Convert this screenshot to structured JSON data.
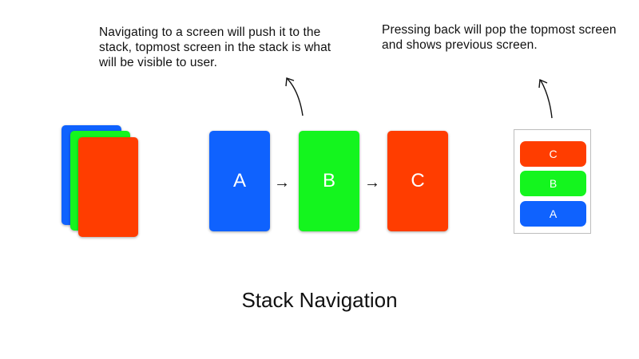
{
  "notes": {
    "push": "Navigating to a screen will push it to the stack, topmost screen in the stack is what will be visible to user.",
    "pop": "Pressing back will pop the topmost screen and shows previous screen."
  },
  "deck": {
    "colors": [
      "#0f62fe",
      "#14f51e",
      "#ff3d00"
    ]
  },
  "sequence": {
    "screens": [
      {
        "label": "A",
        "color": "#0f62fe"
      },
      {
        "label": "B",
        "color": "#14f51e"
      },
      {
        "label": "C",
        "color": "#ff3d00"
      }
    ],
    "arrow": "→"
  },
  "stack": {
    "items": [
      {
        "label": "C",
        "color": "#ff3d00"
      },
      {
        "label": "B",
        "color": "#14f51e"
      },
      {
        "label": "A",
        "color": "#0f62fe"
      }
    ]
  },
  "title": "Stack Navigation",
  "icons": {
    "curved_arrow": "curved-up-arrow-icon",
    "right_arrow": "right-arrow-icon"
  }
}
